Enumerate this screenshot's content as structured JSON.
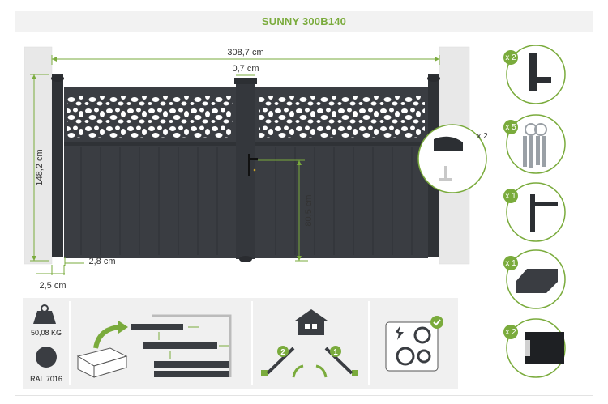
{
  "title": "SUNNY 300B140",
  "dimensions": {
    "total_width": "308,7 cm",
    "gap": "0,7 cm",
    "height": "148,2 cm",
    "handle_height": "80,5 cm",
    "bottom_gap": "2,8 cm",
    "post_gap": "2,5 cm"
  },
  "specs": {
    "weight": "50,08 KG",
    "color_name": "RAL 7016"
  },
  "accessories": [
    {
      "qty": "x 2",
      "icon": "hinge-icon"
    },
    {
      "qty": "x 5",
      "icon": "keys-icon"
    },
    {
      "qty": "x 1",
      "icon": "handle-icon"
    },
    {
      "qty": "x 1",
      "icon": "stopper-icon"
    },
    {
      "qty": "x 2",
      "icon": "post-cap-icon"
    }
  ],
  "zoom_callout": {
    "qty": "x 2",
    "icon": "gate-stop-icon"
  },
  "opening_steps": [
    "2",
    "1"
  ],
  "colors": {
    "accent": "#7aab3c",
    "gate": "#3a3d42",
    "pillar": "#e6e6e6"
  }
}
